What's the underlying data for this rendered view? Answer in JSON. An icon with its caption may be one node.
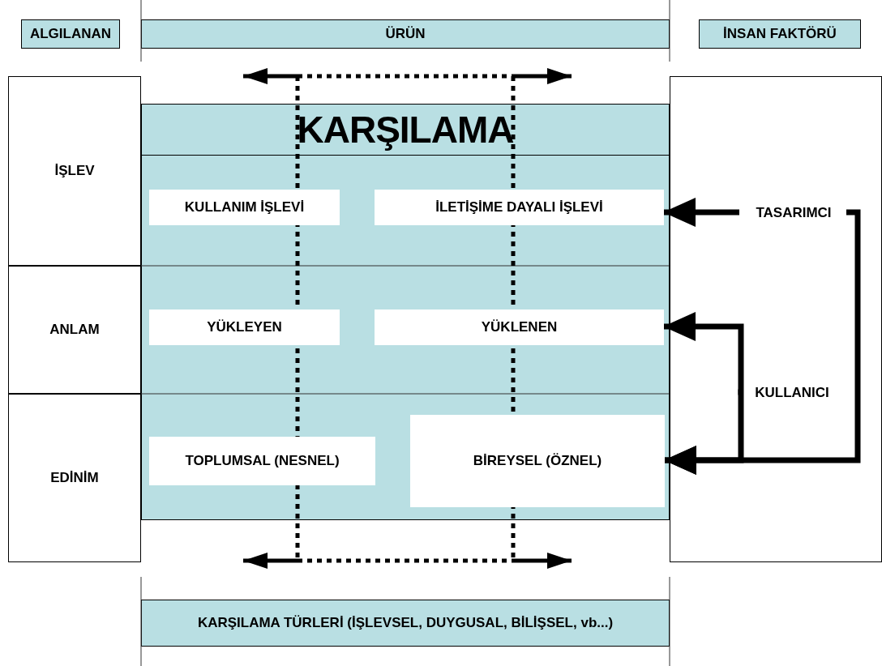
{
  "diagram": {
    "nodes": [
      {
        "text": [
          "ALGILANAN"
        ]
      },
      {
        "text": [
          "ÜRÜN"
        ]
      },
      {
        "text": [
          "İNSAN FAKTÖRÜ"
        ]
      },
      {
        "text": [
          "İŞLEV"
        ]
      },
      {
        "text": [
          "ANLAM"
        ]
      },
      {
        "text": [
          "EDİNİM"
        ]
      },
      {
        "text": [
          "KARŞILAMA"
        ]
      },
      {
        "text": [
          "KULLANIM İŞLEVİ"
        ],
        "in": 6
      },
      {
        "text": [
          "İLETİŞİME DAYALI İŞLEVİ"
        ],
        "in": 6
      },
      {
        "text": [
          "YÜKLEYEN"
        ],
        "in": 6
      },
      {
        "text": [
          "YÜKLENEN"
        ],
        "in": 6
      },
      {
        "text": [
          "TOPLUMSAL (NESNEL)"
        ],
        "in": 6
      },
      {
        "text": [
          "BİREYSEL (ÖZNEL)"
        ],
        "in": 6
      },
      {
        "text": [],
        "shape": "box"
      },
      {
        "text": [
          "TASARIMCI"
        ],
        "in": 13
      },
      {
        "text": [
          "KULLANICI"
        ],
        "in": 13
      },
      {
        "text": [
          "KARŞILAMA TÜRLERİ (İŞLEVSEL, DUYGUSAL, BİLİŞSEL, vb...)"
        ]
      }
    ],
    "edges": [
      {
        "from": 14,
        "to": 8,
        "arrow": "to"
      },
      {
        "from": 14,
        "to": 12,
        "arrow": "to"
      },
      {
        "from": 15,
        "to": 10,
        "arrow": "to"
      },
      {
        "from": 15,
        "to": 12,
        "arrow": "to"
      }
    ]
  }
}
